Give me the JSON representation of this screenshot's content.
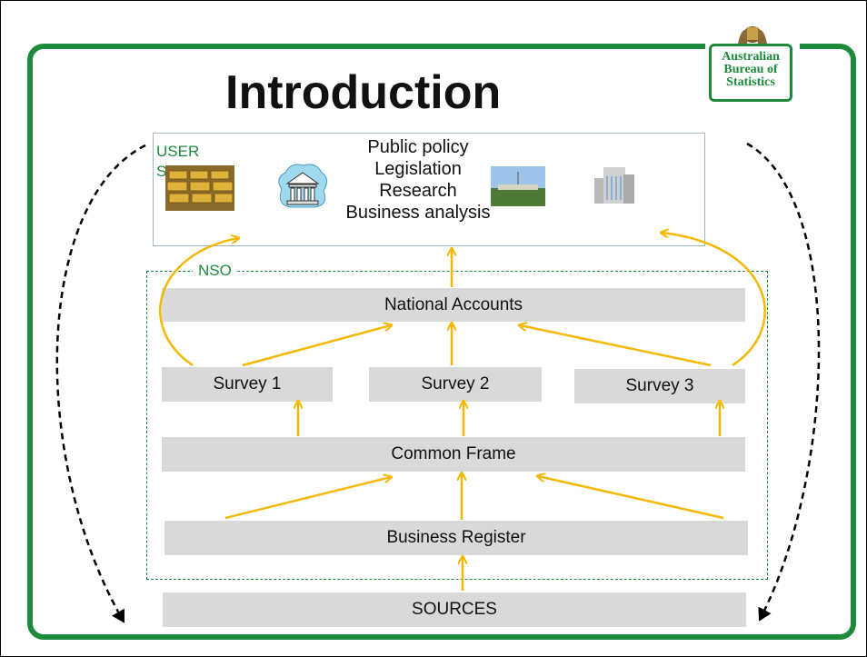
{
  "title": "Introduction",
  "logo": {
    "text": "Australian\nBureau of\nStatistics"
  },
  "users": {
    "label": "USER\nS",
    "items": [
      "Public policy",
      "Legislation",
      "Research",
      "Business analysis"
    ]
  },
  "nso": {
    "label": "NSO",
    "national_accounts": "National Accounts",
    "surveys": [
      "Survey 1",
      "Survey 2",
      "Survey 3"
    ],
    "common_frame": "Common Frame",
    "business_register": "Business Register"
  },
  "sources": "SOURCES",
  "colors": {
    "frame": "#1e8a3c",
    "arrow": "#f5b800",
    "bar": "#d9d9d9",
    "dashed": "#000000"
  },
  "icons": [
    "gold-bars-icon",
    "bank-building-icon",
    "parliament-house-icon",
    "office-building-icon"
  ]
}
